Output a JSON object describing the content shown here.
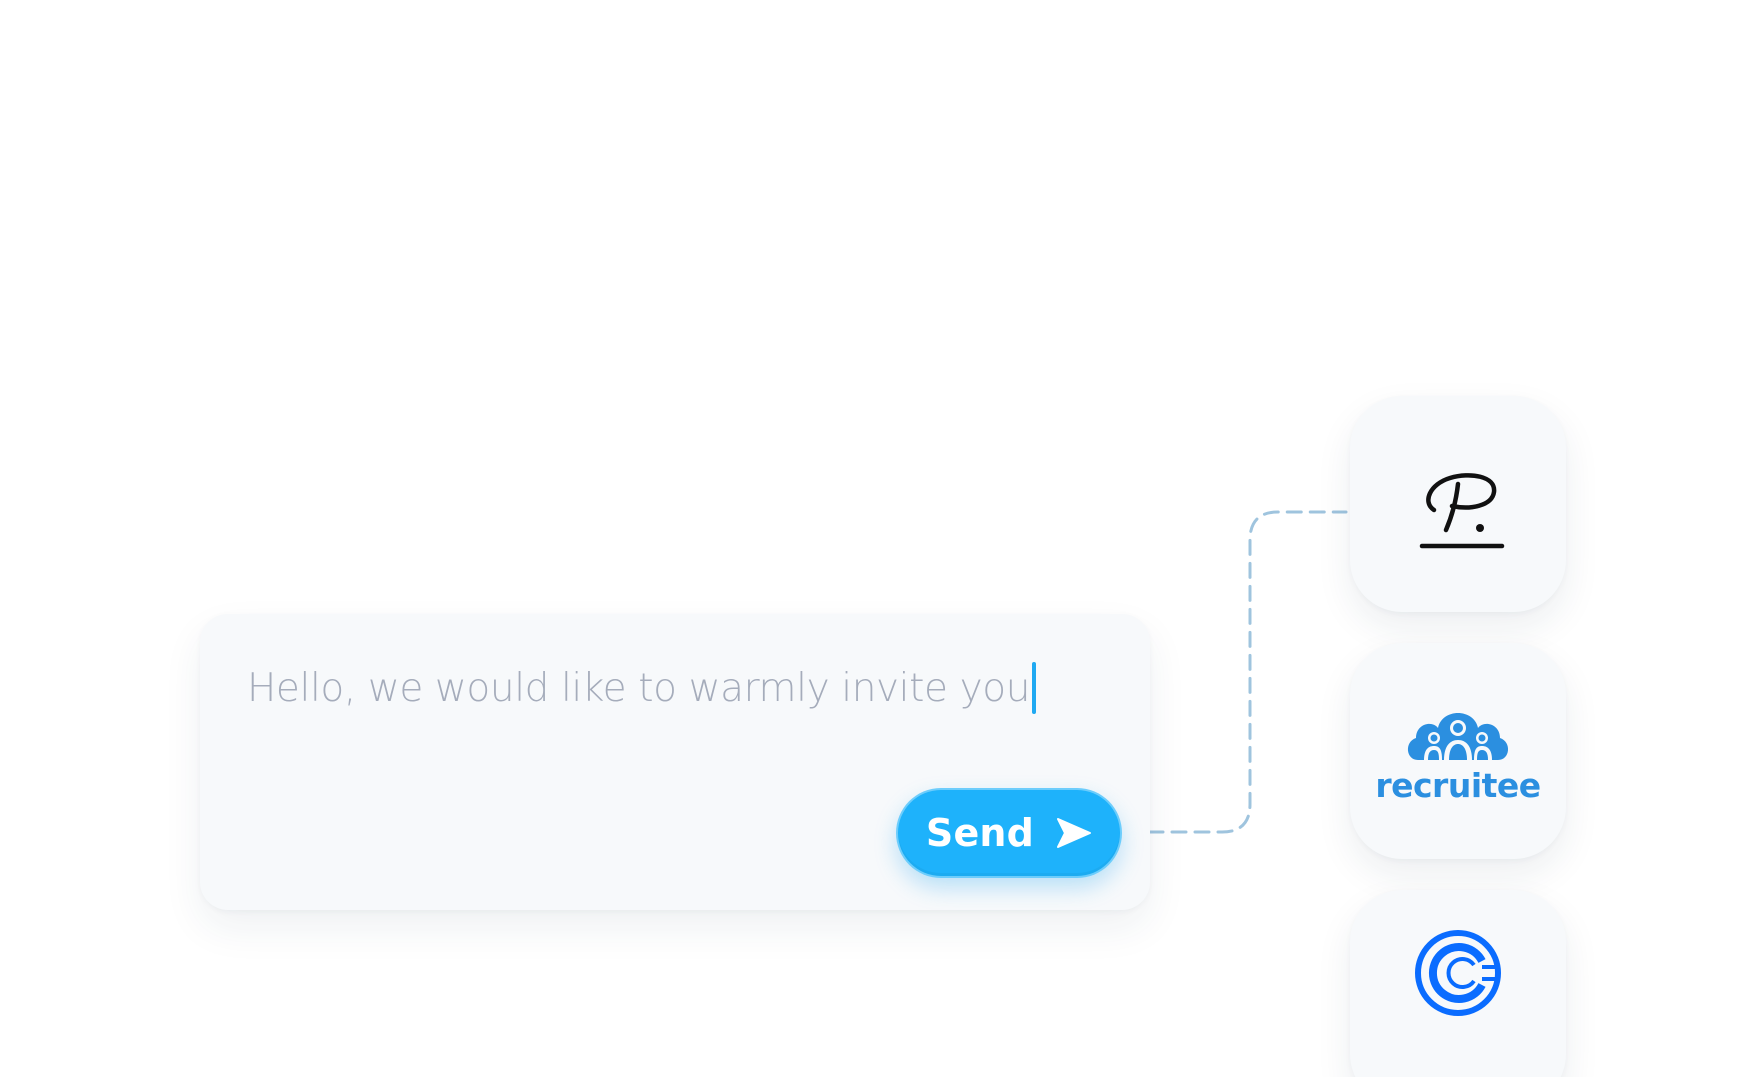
{
  "composer": {
    "message_text": "Hello, we would like to warmly invite you",
    "send_label": "Send"
  },
  "integrations": [
    {
      "name": "signature",
      "icon": "signature-p-logo"
    },
    {
      "name": "recruitee",
      "icon": "recruitee-logo",
      "wordmark": "recruitee"
    },
    {
      "name": "calendly",
      "icon": "calendly-logo"
    }
  ],
  "colors": {
    "accent": "#1eb2fb",
    "text_muted": "#a5acbb",
    "card_bg": "#f7f9fb",
    "recruitee_blue": "#2b8fe0",
    "calendly_blue": "#0a6cff",
    "connector": "#9fc4de"
  }
}
